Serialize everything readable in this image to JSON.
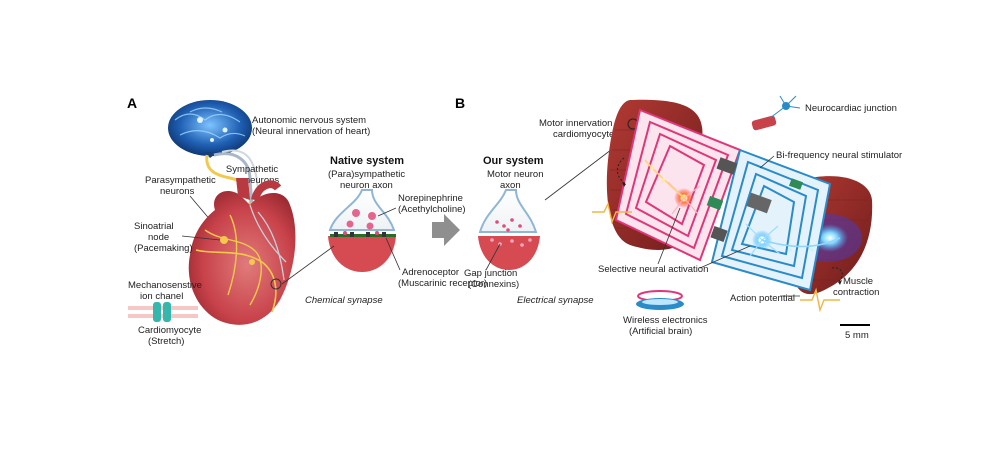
{
  "panels": {
    "a": "A",
    "b": "B"
  },
  "panel_a": {
    "brain_label_1": "Autonomic nervous system",
    "brain_label_2": "(Neural innervation of heart)",
    "sympathetic_1": "Sympathetic",
    "sympathetic_2": "neurons",
    "parasympathetic_1": "Parasympathetic",
    "parasympathetic_2": "neurons",
    "sinoatrial_1": "Sinoatrial",
    "sinoatrial_2": "node",
    "sinoatrial_3": "(Pacemaking)",
    "mechano_1": "Mechanosenstive",
    "mechano_2": "ion chanel",
    "cardio_1": "Cardiomyocyte",
    "cardio_2": "(Stretch)",
    "native_title": "Native system",
    "native_axon_1": "(Para)sympathetic",
    "native_axon_2": "neuron axon",
    "norepi_1": "Norepinephrine",
    "norepi_2": "(Acethylcholine)",
    "adreno_1": "Adrenoceptor",
    "adreno_2": "(Muscarinic receptor)",
    "chemical": "Chemical synapse"
  },
  "panel_b": {
    "our_title": "Our system",
    "motor_axon_1": "Motor neuron",
    "motor_axon_2": "axon",
    "gap_1": "Gap junction",
    "gap_2": "(Connexins)",
    "electrical": "Electrical synapse",
    "motor_innerv_1": "Motor innervation of",
    "motor_innerv_2": "cardiomyocytes",
    "neurocardiac": "Neurocardiac junction",
    "bifreq": "Bi-frequency neural stimulator",
    "selective": "Selective neural activation",
    "muscle_1": "Muscle",
    "muscle_2": "contraction",
    "action": "Action potential",
    "wireless_1": "Wireless electronics",
    "wireless_2": "(Artificial brain)",
    "scale": "5 mm"
  },
  "colors": {
    "heart": "#c8424a",
    "heart_light": "#de6b6f",
    "nerve": "#f2c94c",
    "brain": "#1f5fb3",
    "coil_pink": "#e0357a",
    "coil_blue": "#2a8bc9",
    "muscle": "#9b2a2a"
  }
}
